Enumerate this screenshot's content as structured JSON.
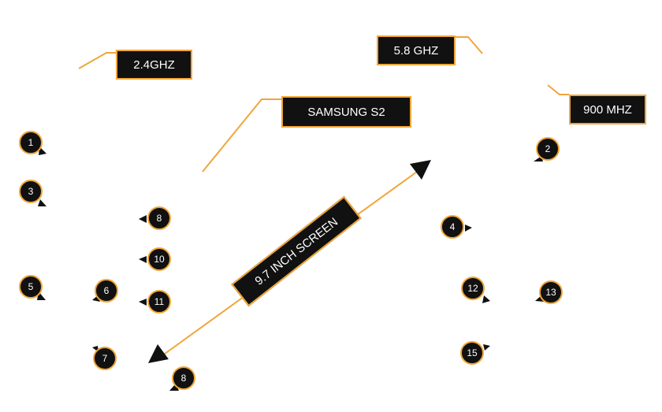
{
  "colors": {
    "accent": "#f0a63a",
    "box_fill": "#111111",
    "text": "#ffffff"
  },
  "labels": {
    "freq_24": "2.4GHZ",
    "freq_58": "5.8 GHZ",
    "freq_900": "900 MHZ",
    "device": "SAMSUNG S2",
    "screen": "9.7 INCH SCREEN"
  },
  "markers": {
    "m1": "1",
    "m2": "2",
    "m3": "3",
    "m4": "4",
    "m5": "5",
    "m6": "6",
    "m7": "7",
    "m8a": "8",
    "m8b": "8",
    "m10": "10",
    "m11": "11",
    "m12": "12",
    "m13": "13",
    "m15": "15"
  }
}
